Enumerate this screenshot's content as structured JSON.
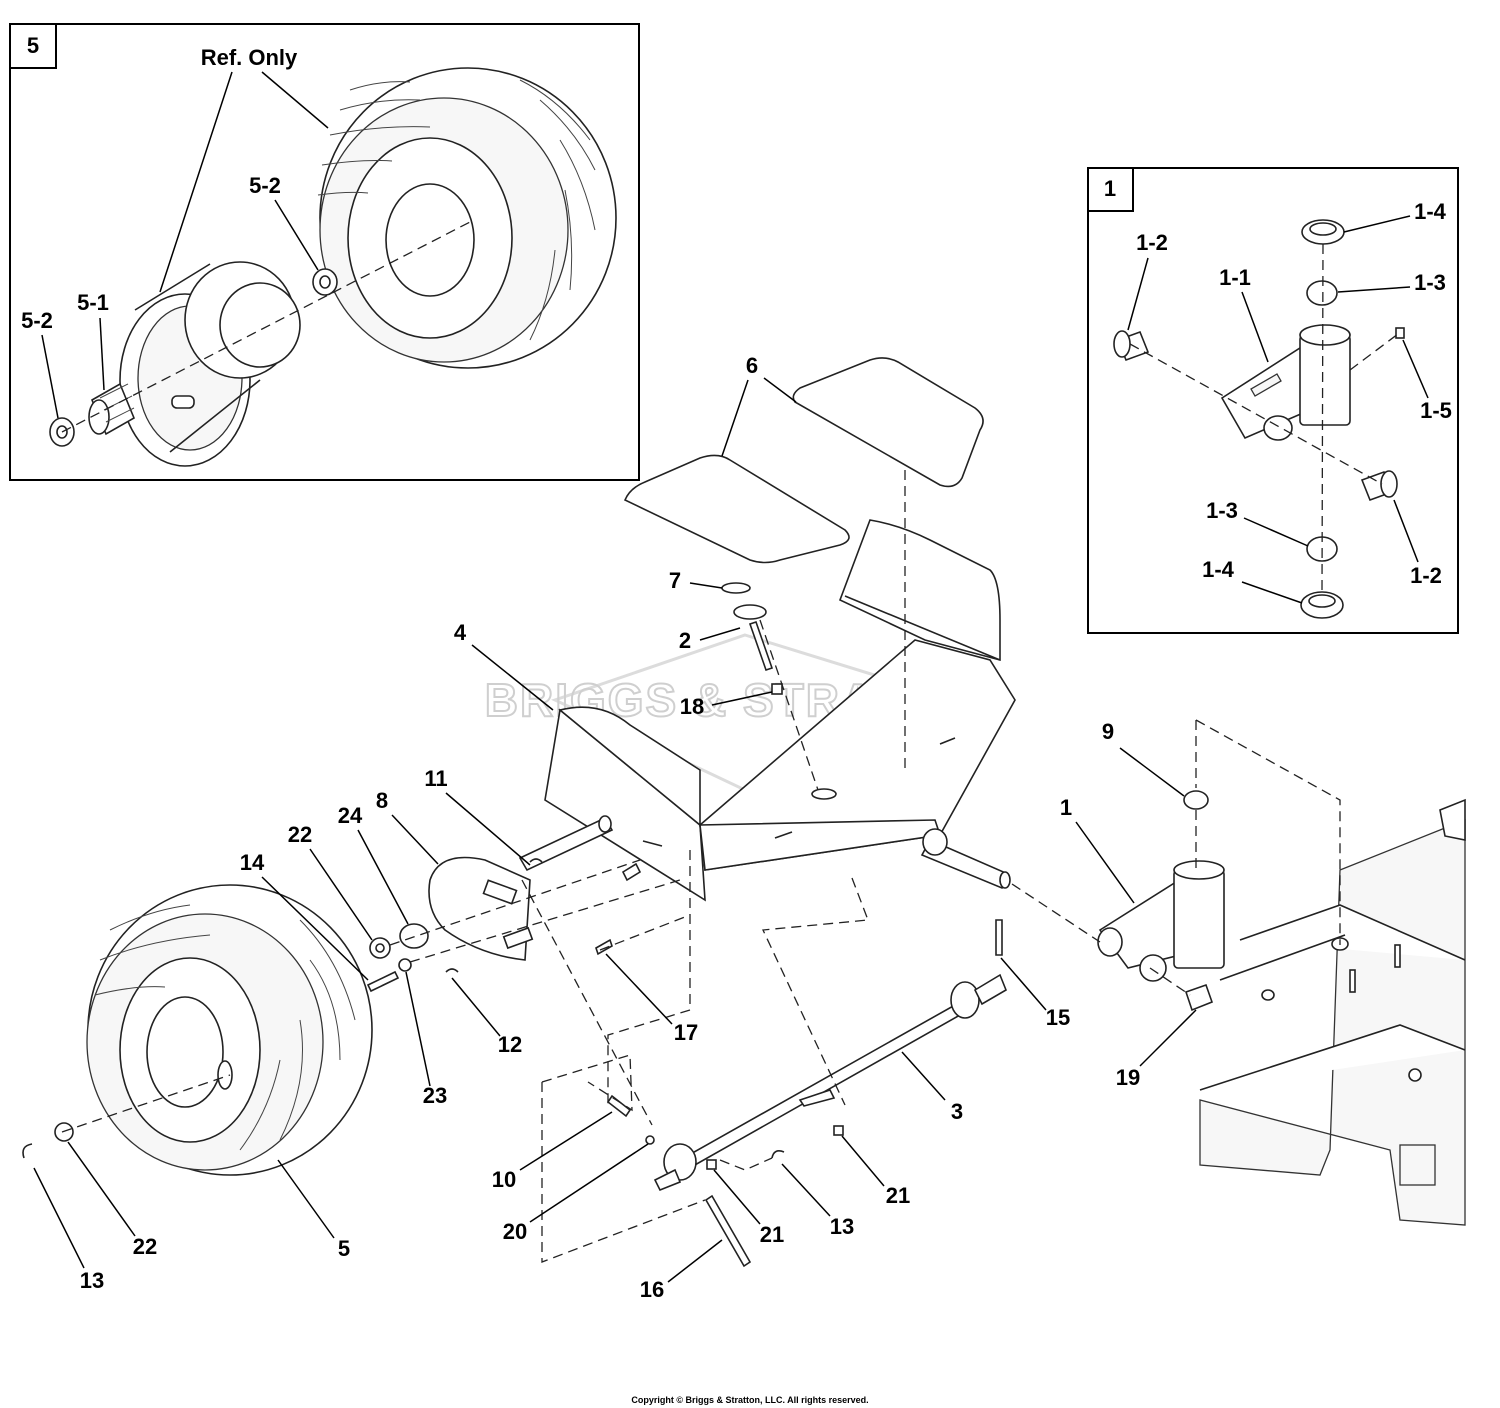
{
  "insets": {
    "inset5": {
      "number": "5",
      "ref_label": "Ref. Only"
    },
    "inset1": {
      "number": "1"
    }
  },
  "watermark": "BRIGGS & STRATTON",
  "callouts": {
    "inset5": [
      "5-2",
      "5-2",
      "5-1"
    ],
    "inset1": [
      "1-4",
      "1-2",
      "1-1",
      "1-3",
      "1-5",
      "1-3",
      "1-2",
      "1-4"
    ],
    "main": [
      "6",
      "7",
      "2",
      "4",
      "18",
      "9",
      "1",
      "11",
      "8",
      "24",
      "22",
      "14",
      "15",
      "17",
      "12",
      "23",
      "19",
      "3",
      "10",
      "20",
      "21",
      "21",
      "13",
      "16",
      "22",
      "5",
      "13"
    ]
  },
  "copyright": "Copyright © Briggs & Stratton, LLC. All rights reserved."
}
